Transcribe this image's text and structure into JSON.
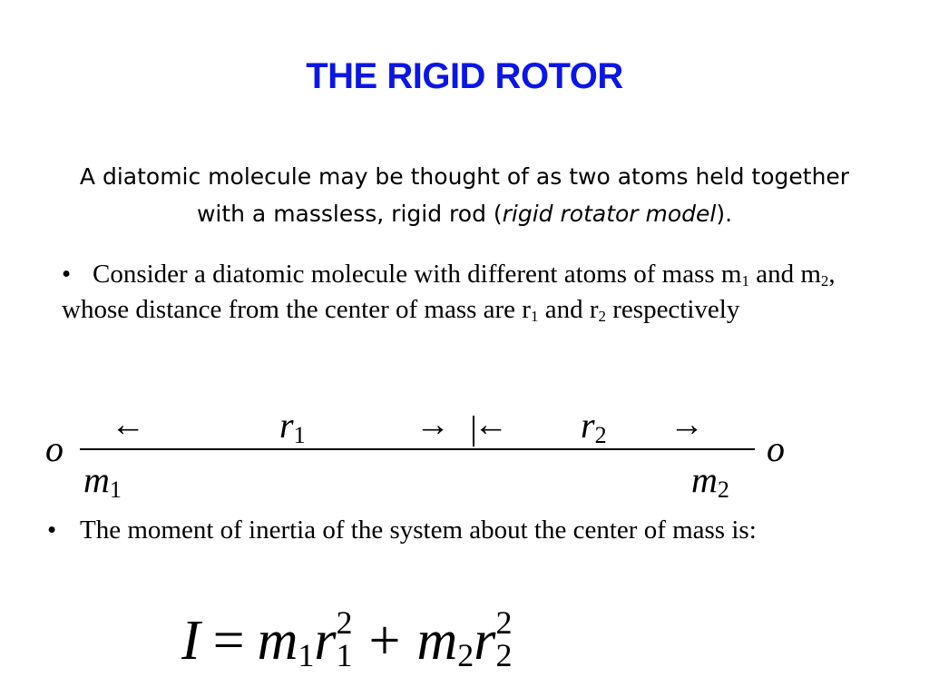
{
  "slide": {
    "title": "THE RIGID ROTOR",
    "intro_text": "A diatomic molecule may be thought of as two atoms held together with a massless, rigid rod (",
    "intro_emphasis": "rigid rotator model",
    "intro_end": ").",
    "bullet_marker": "•",
    "bullet1": {
      "p1": "Consider a diatomic molecule with different atoms of mass m",
      "s1": "1",
      "p2": " and m",
      "s2": "2",
      "p3": ", whose distance from the center of mass are r",
      "s3": "1",
      "p4": " and r",
      "s4": "2",
      "p5": " respectively"
    },
    "bullet2": "The moment of inertia of the system about the center of mass is:"
  },
  "diagram": {
    "atom_left": "o",
    "atom_right": "o",
    "arrow_left": "←",
    "arrow_right": "→",
    "r1_base": "r",
    "r1_sub": "1",
    "r2_base": "r",
    "r2_sub": "2",
    "m1_base": "m",
    "m1_sub": "1",
    "m2_base": "m",
    "m2_sub": "2"
  },
  "formula": {
    "I": "I",
    "equals": "=",
    "plus": "+",
    "m": "m",
    "r": "r",
    "sub1": "1",
    "sub2": "2",
    "sup": "2"
  },
  "colors": {
    "title": "#0b16e6",
    "text": "#000000",
    "background": "#ffffff"
  }
}
